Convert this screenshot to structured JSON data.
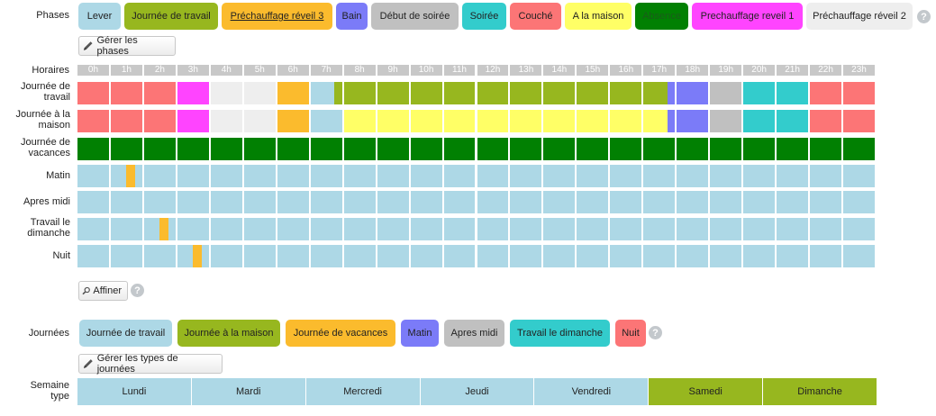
{
  "phases_label": "Phases",
  "phases": [
    {
      "label": "Lever",
      "color": "#add8e6",
      "text": "#222222",
      "underline": false
    },
    {
      "label": "Journée de travail",
      "color": "#97b71f",
      "text": "#222222",
      "underline": false
    },
    {
      "label": "Préchauffage réveil 3",
      "color": "#fbbb2d",
      "text": "#222222",
      "underline": true
    },
    {
      "label": "Bain",
      "color": "#7b7bf8",
      "text": "#222222",
      "underline": false
    },
    {
      "label": "Début de soirée",
      "color": "#c0c0c0",
      "text": "#222222",
      "underline": false
    },
    {
      "label": "Soirée",
      "color": "#33cccc",
      "text": "#222222",
      "underline": false
    },
    {
      "label": "Couché",
      "color": "#fc7576",
      "text": "#222222",
      "underline": false
    },
    {
      "label": "A la maison",
      "color": "#ffff66",
      "text": "#222222",
      "underline": false
    },
    {
      "label": "Absence",
      "color": "#018002",
      "text": "#1a5c1a",
      "underline": false
    },
    {
      "label": "Prechauffage reveil 1",
      "color": "#ff44ff",
      "text": "#222222",
      "underline": false
    },
    {
      "label": "Préchauffage réveil 2",
      "color": "#eeeeee",
      "text": "#222222",
      "underline": false
    }
  ],
  "manage_phases_label": "Gérer les phases",
  "schedule_label": "Horaires",
  "hours": [
    "0h",
    "1h",
    "2h",
    "3h",
    "4h",
    "5h",
    "6h",
    "7h",
    "8h",
    "9h",
    "10h",
    "11h",
    "12h",
    "13h",
    "14h",
    "15h",
    "16h",
    "17h",
    "18h",
    "19h",
    "20h",
    "21h",
    "22h",
    "23h"
  ],
  "day_types": [
    {
      "label": "Journée de travail",
      "segments": [
        {
          "phase": "Couché",
          "from": 0,
          "to": 3
        },
        {
          "phase": "Prechauffage reveil 1",
          "from": 3,
          "to": 4
        },
        {
          "phase": "Préchauffage réveil 2",
          "from": 4,
          "to": 6
        },
        {
          "phase": "Préchauffage réveil 3",
          "from": 6,
          "to": 7
        },
        {
          "phase": "Lever",
          "from": 7,
          "to": 7.75
        },
        {
          "phase": "Journée de travail",
          "from": 7.75,
          "to": 17.75
        },
        {
          "phase": "Bain",
          "from": 17.75,
          "to": 19
        },
        {
          "phase": "Début de soirée",
          "from": 19,
          "to": 20
        },
        {
          "phase": "Soirée",
          "from": 20,
          "to": 22
        },
        {
          "phase": "Couché",
          "from": 22,
          "to": 24
        }
      ]
    },
    {
      "label": "Journée à la maison",
      "segments": [
        {
          "phase": "Couché",
          "from": 0,
          "to": 3
        },
        {
          "phase": "Prechauffage reveil 1",
          "from": 3,
          "to": 4
        },
        {
          "phase": "Préchauffage réveil 2",
          "from": 4,
          "to": 6
        },
        {
          "phase": "Préchauffage réveil 3",
          "from": 6,
          "to": 7
        },
        {
          "phase": "Lever",
          "from": 7,
          "to": 8
        },
        {
          "phase": "A la maison",
          "from": 8,
          "to": 17.75
        },
        {
          "phase": "Bain",
          "from": 17.75,
          "to": 19
        },
        {
          "phase": "Début de soirée",
          "from": 19,
          "to": 20
        },
        {
          "phase": "Soirée",
          "from": 20,
          "to": 22
        },
        {
          "phase": "Couché",
          "from": 22,
          "to": 24
        }
      ]
    },
    {
      "label": "Journée de vacances",
      "segments": [
        {
          "phase": "Absence",
          "from": 0,
          "to": 24
        }
      ]
    },
    {
      "label": "Matin",
      "segments": [
        {
          "phase": "Lever",
          "from": 0,
          "to": 1.5
        },
        {
          "phase": "Préchauffage réveil 3",
          "from": 1.5,
          "to": 1.75
        },
        {
          "phase": "Lever",
          "from": 1.75,
          "to": 24
        }
      ]
    },
    {
      "label": "Apres midi",
      "segments": [
        {
          "phase": "Lever",
          "from": 0,
          "to": 24
        }
      ]
    },
    {
      "label": "Travail le dimanche",
      "segments": [
        {
          "phase": "Lever",
          "from": 0,
          "to": 2.5
        },
        {
          "phase": "Préchauffage réveil 3",
          "from": 2.5,
          "to": 2.75
        },
        {
          "phase": "Lever",
          "from": 2.75,
          "to": 24
        }
      ]
    },
    {
      "label": "Nuit",
      "segments": [
        {
          "phase": "Lever",
          "from": 0,
          "to": 3.5
        },
        {
          "phase": "Préchauffage réveil 3",
          "from": 3.5,
          "to": 3.75
        },
        {
          "phase": "Lever",
          "from": 3.75,
          "to": 24
        }
      ]
    }
  ],
  "refine_label": "Affiner",
  "days_label": "Journées",
  "days": [
    {
      "label": "Journée de travail",
      "color": "#add8e6"
    },
    {
      "label": "Journée à la maison",
      "color": "#97b71f"
    },
    {
      "label": "Journée de vacances",
      "color": "#fbbb2d"
    },
    {
      "label": "Matin",
      "color": "#7b7bf8"
    },
    {
      "label": "Apres midi",
      "color": "#c0c0c0"
    },
    {
      "label": "Travail le dimanche",
      "color": "#33cccc"
    },
    {
      "label": "Nuit",
      "color": "#fc7576"
    }
  ],
  "manage_days_label": "Gérer les types de journées",
  "week_label": "Semaine type",
  "week": [
    {
      "day": "Lundi",
      "type": "Journée de travail"
    },
    {
      "day": "Mardi",
      "type": "Journée de travail"
    },
    {
      "day": "Mercredi",
      "type": "Journée de travail"
    },
    {
      "day": "Jeudi",
      "type": "Journée de travail"
    },
    {
      "day": "Vendredi",
      "type": "Journée de travail"
    },
    {
      "day": "Samedi",
      "type": "Journée à la maison"
    },
    {
      "day": "Dimanche",
      "type": "Journée à la maison"
    }
  ],
  "icons": {
    "help": "help-icon",
    "edit": "pencil-icon",
    "refine": "magnifier-icon"
  }
}
